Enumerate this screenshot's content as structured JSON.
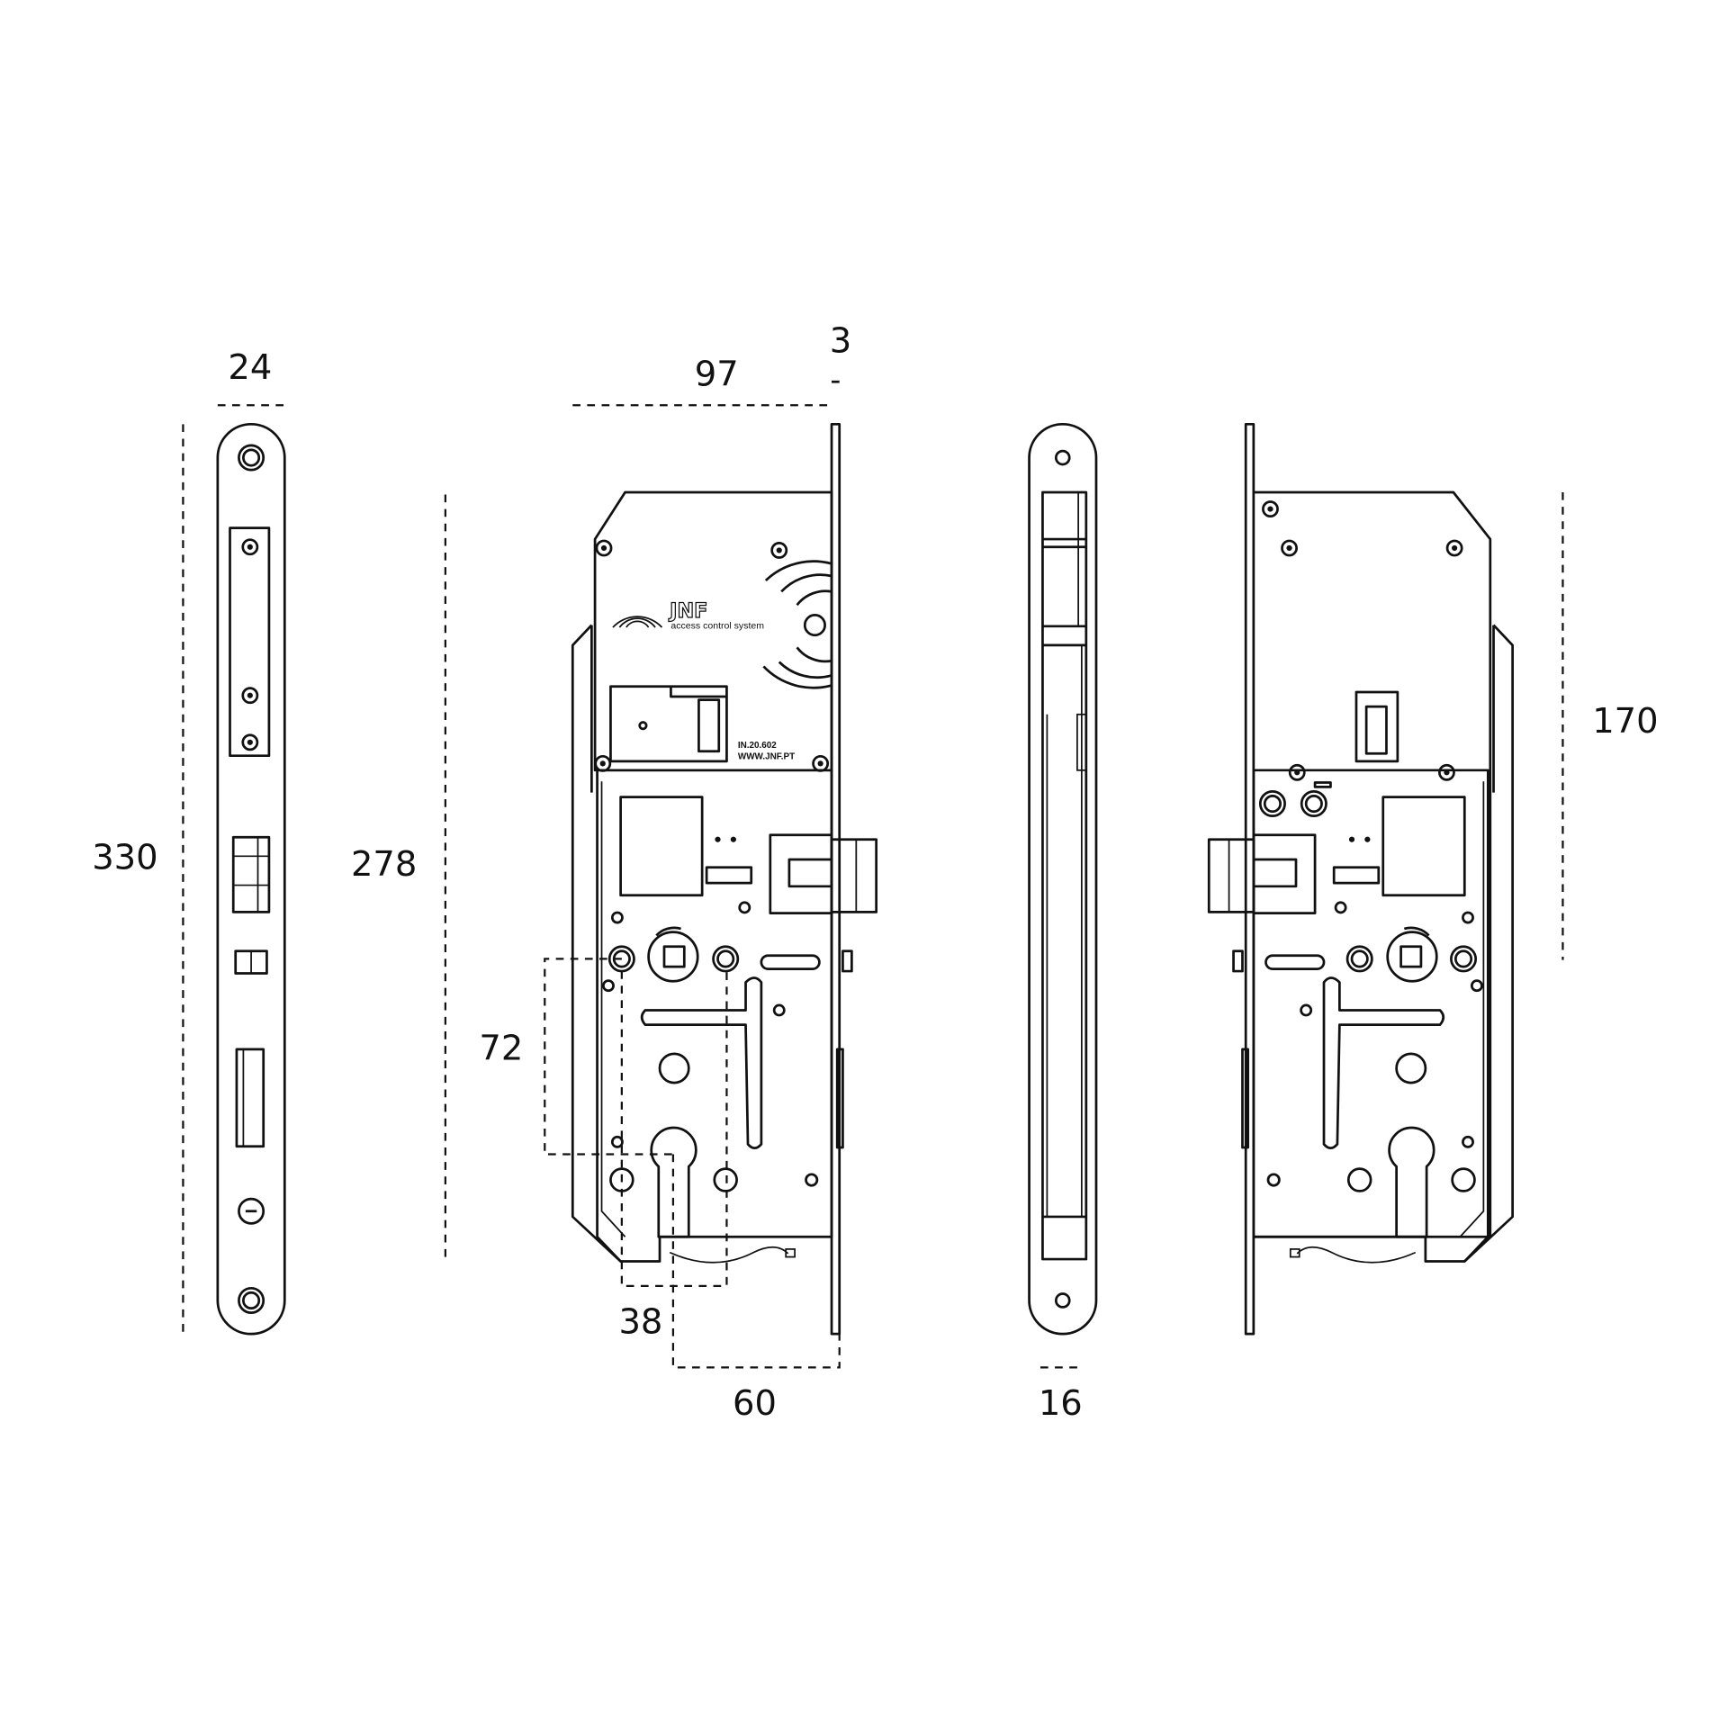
{
  "drawing": {
    "title": "Mortise lock with access control reader – dimensioned technical drawing",
    "stroke_color": "#111111",
    "background_color": "#ffffff"
  },
  "dimensions": {
    "faceplate_width": "24",
    "faceplate_length": "330",
    "case_height": "278",
    "case_depth": "97",
    "faceplate_thickness": "3",
    "center_distance": "72",
    "cylinder_offset": "38",
    "backset": "60",
    "side_thickness": "16",
    "reader_height": "170"
  },
  "reader_module": {
    "brand": "JNF",
    "tagline": "access control system",
    "model": "IN.20.602",
    "website": "WWW.JNF.PT"
  }
}
